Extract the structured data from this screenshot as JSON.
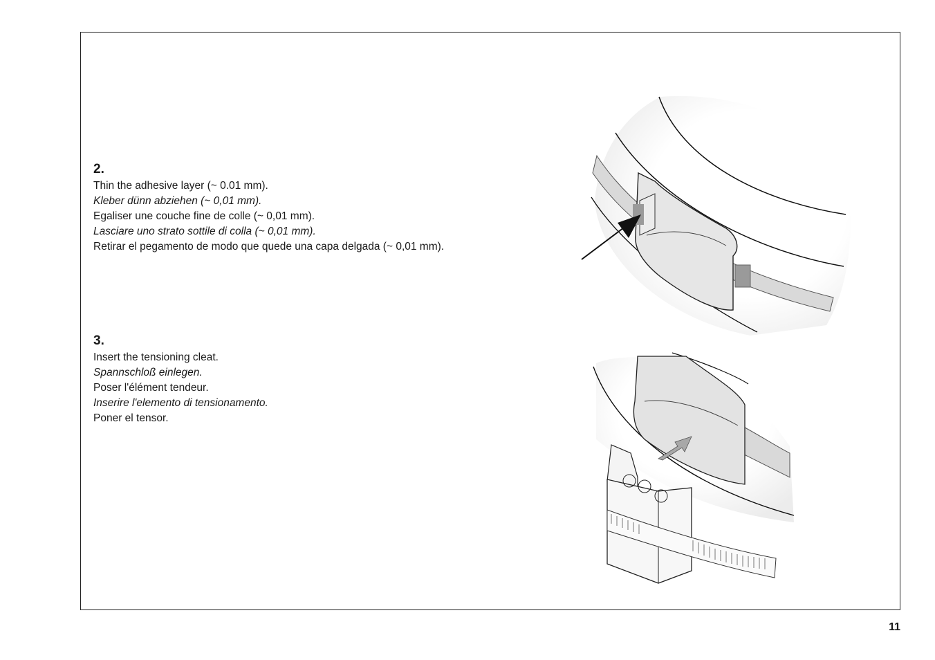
{
  "steps": [
    {
      "number": "2.",
      "lines": [
        "Thin the adhesive layer (~ 0.01 mm).",
        "Kleber dünn abziehen (~ 0,01 mm).",
        "Egaliser une couche fine de colle (~ 0,01 mm).",
        "Lasciare uno strato sottile di colla (~ 0,01 mm).",
        "Retirar el pegamento de modo que quede una capa delgada (~ 0,01 mm)."
      ]
    },
    {
      "number": "3.",
      "lines": [
        "Insert the tensioning cleat.",
        "Spannschloß einlegen.",
        "Poser l'élément tendeur.",
        "Inserire l'elemento di tensionamento.",
        "Poner el tensor."
      ]
    }
  ],
  "page_number": "11",
  "illustrations": [
    {
      "name": "adhesive-layer-illustration"
    },
    {
      "name": "tensioning-cleat-illustration"
    }
  ],
  "colors": {
    "border": "#222222",
    "band_fill": "#d9d9d9",
    "shadow_gray": "#9a9a9a",
    "arrow_dark": "#111111",
    "arrow_gray": "#a8a8a8"
  }
}
